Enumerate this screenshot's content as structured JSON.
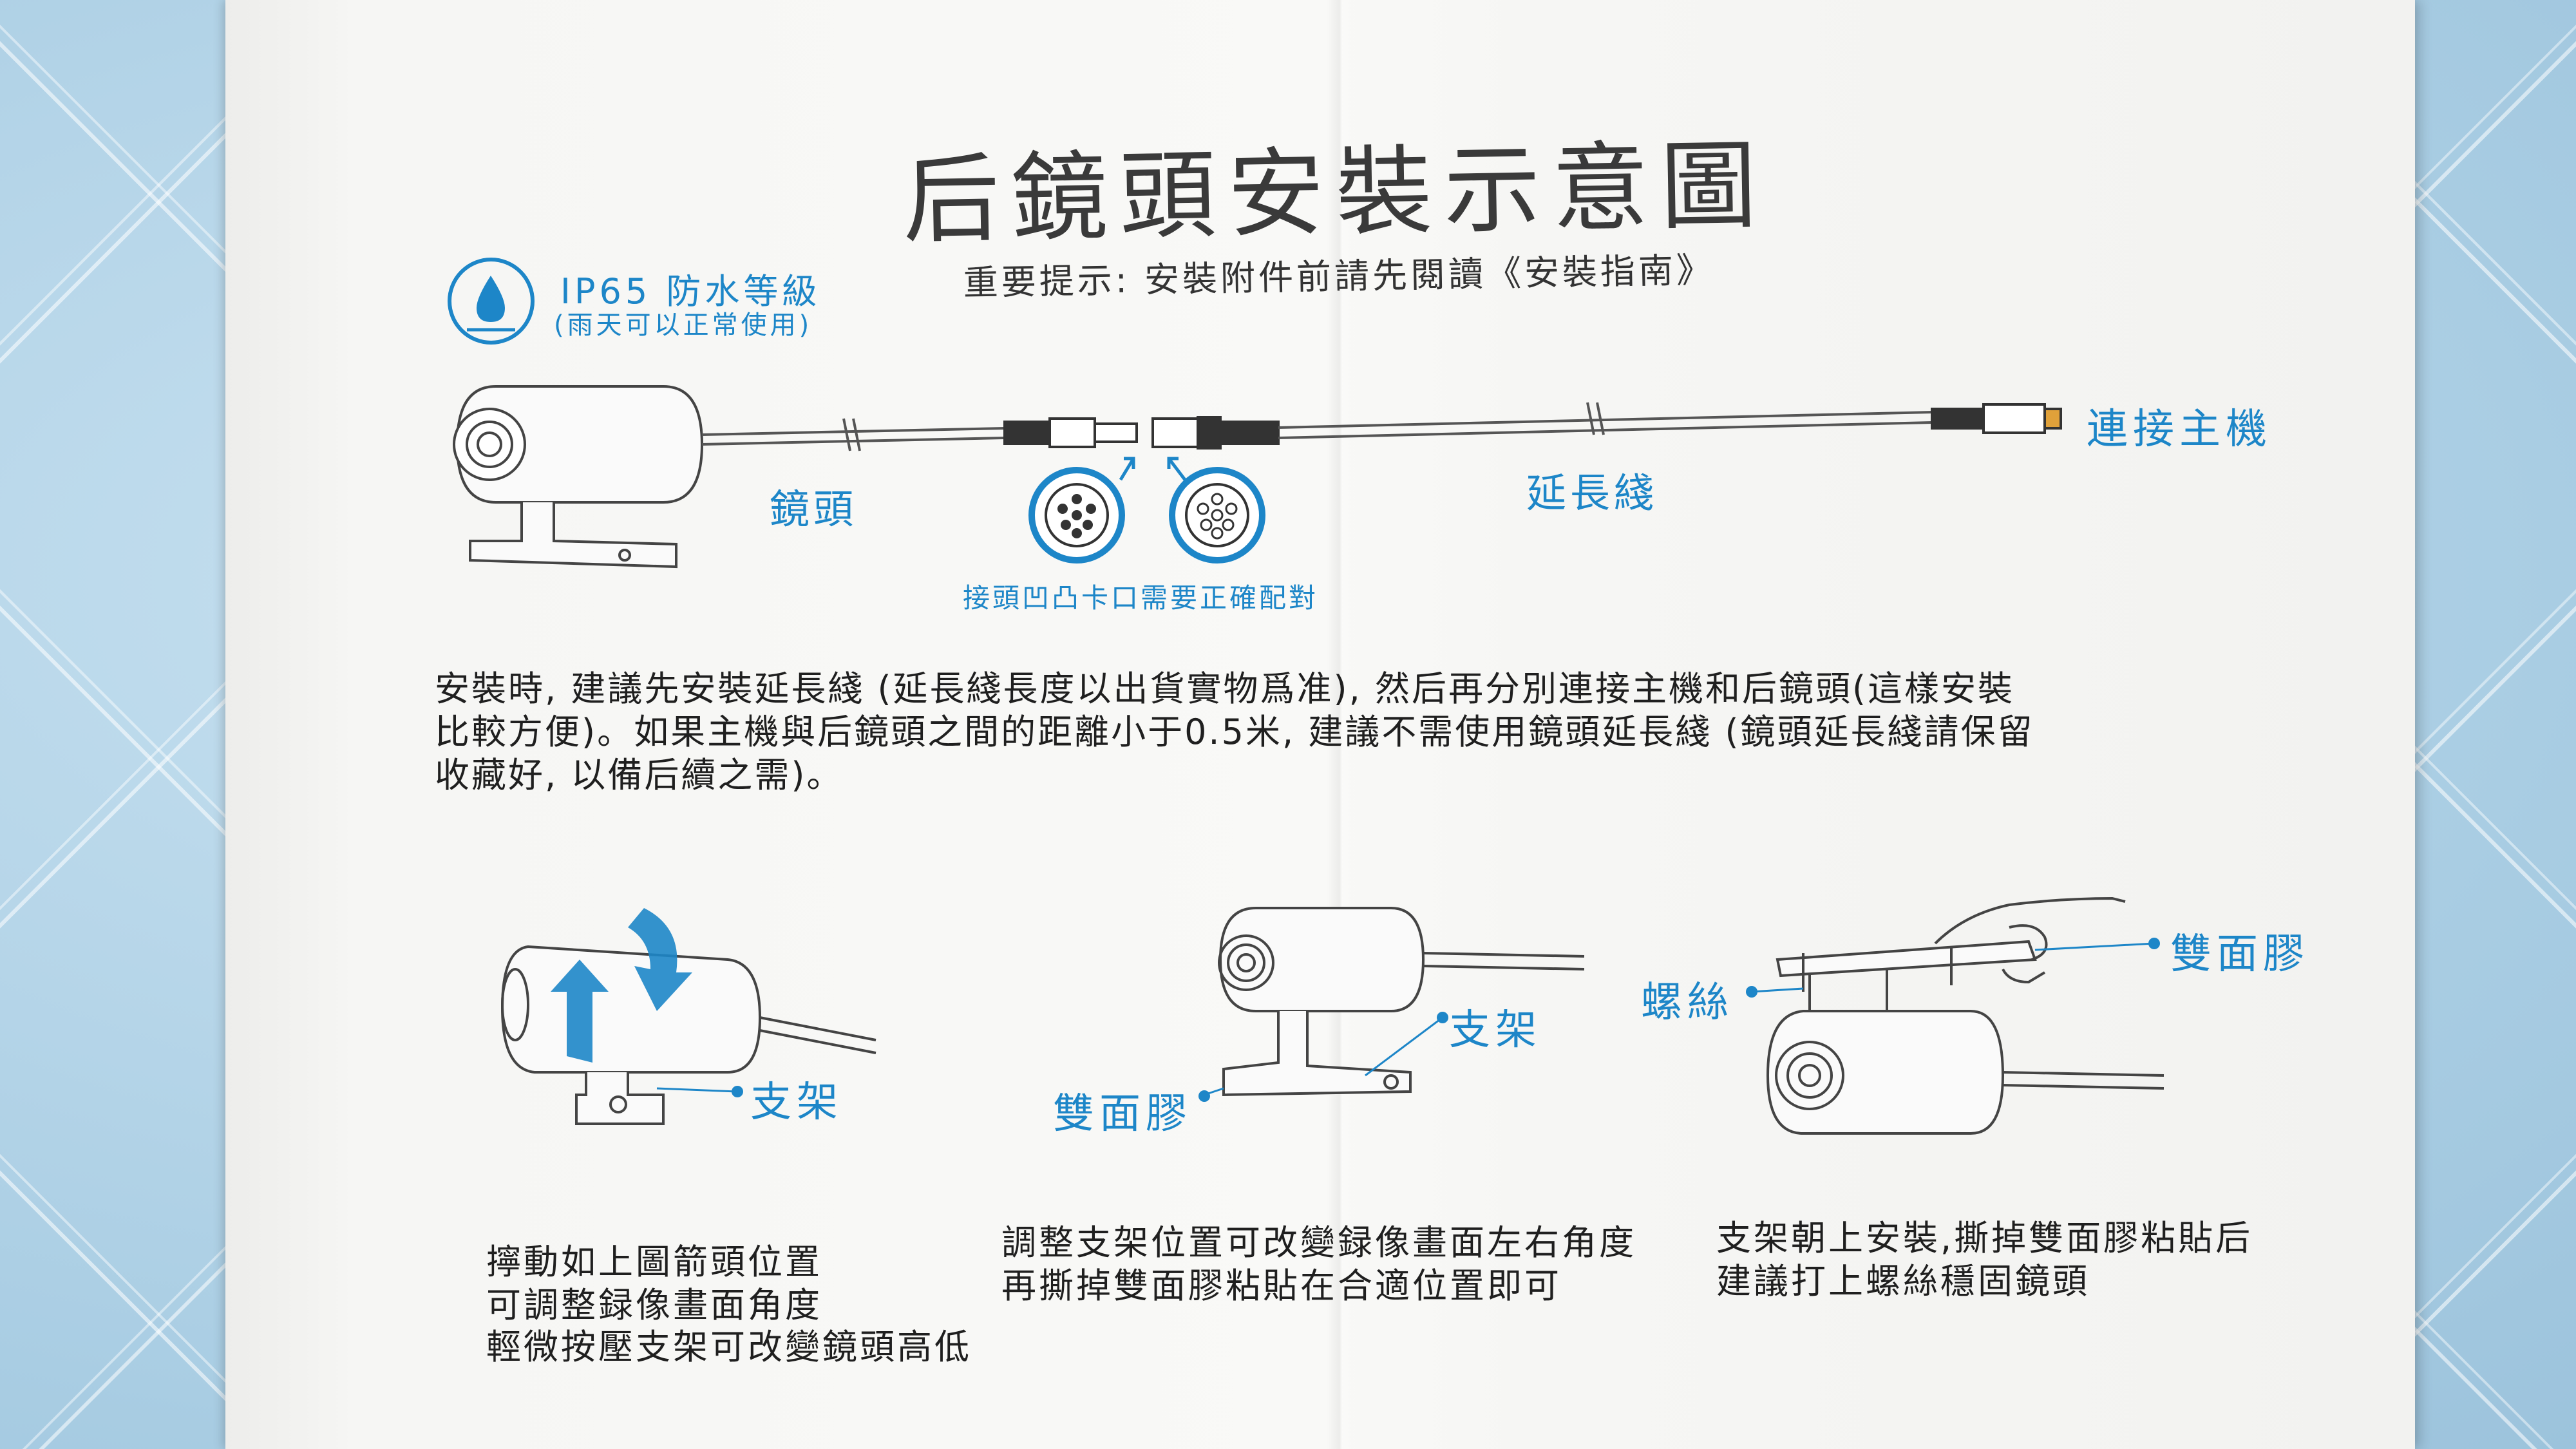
{
  "title": "后鏡頭安裝示意圖",
  "subtitle": "重要提示: 安裝附件前請先閱讀《安裝指南》",
  "ip_rating": {
    "title": "IP65 防水等級",
    "note": "(雨天可以正常使用)",
    "icon": "water-drop-icon"
  },
  "wiring": {
    "lens_label": "鏡頭",
    "extension_label": "延長綫",
    "host_label": "連接主機",
    "connector_note": "接頭凹凸卡口需要正確配對"
  },
  "instructions": [
    "安裝時, 建議先安裝延長綫 (延長綫長度以出貨實物爲准), 然后再分別連接主機和后鏡頭(這樣安裝",
    "比較方便)。如果主機與后鏡頭之間的距離小于0.5米, 建議不需使用鏡頭延長綫 (鏡頭延長綫請保留",
    "收藏好, 以備后續之需)。"
  ],
  "steps": [
    {
      "labels": [
        "支架"
      ],
      "caption": [
        "擰動如上圖箭頭位置",
        "可調整録像畫面角度",
        "輕微按壓支架可改變鏡頭高低"
      ]
    },
    {
      "labels": [
        "雙面膠",
        "支架"
      ],
      "caption": [
        "調整支架位置可改變録像畫面左右角度",
        "再撕掉雙面膠粘貼在合適位置即可"
      ]
    },
    {
      "labels": [
        "螺絲",
        "雙面膠"
      ],
      "caption": [
        "支架朝上安裝,撕掉雙面膠粘貼后",
        "建議打上螺絲穩固鏡頭"
      ]
    }
  ],
  "colors": {
    "accent": "#1d86c8",
    "text": "#1f1f1f",
    "paper": "#f7f7f5",
    "background": "#bcd9ea"
  }
}
